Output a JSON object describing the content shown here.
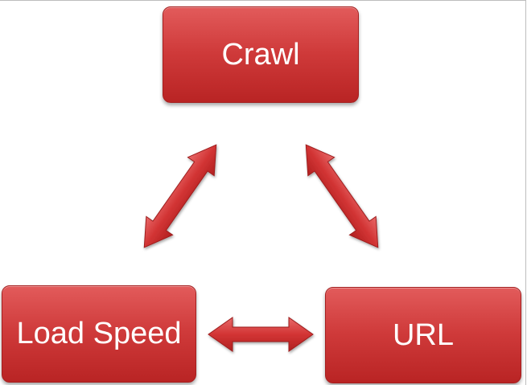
{
  "nodes": {
    "crawl": "Crawl",
    "load_speed": "Load Speed",
    "url": "URL"
  },
  "colors": {
    "node_fill_top": "#e25b5b",
    "node_fill_bottom": "#b92424",
    "arrow_fill": "#d63c3c",
    "text": "#ffffff"
  }
}
